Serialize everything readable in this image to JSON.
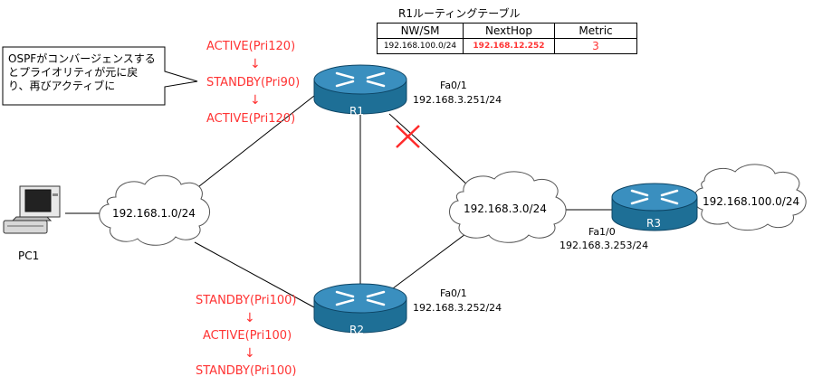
{
  "routing_table": {
    "title": "R1ルーティングテーブル",
    "headers": [
      "NW/SM",
      "NextHop",
      "Metric"
    ],
    "row": [
      "192.168.100.0/24",
      "192.168.12.252",
      "3"
    ]
  },
  "callout": {
    "text": "OSPFがコンバージェンスするとプライオリティが元に戻り、再びアクティブに"
  },
  "r1_states": [
    "ACTIVE(Pri120)",
    "STANDBY(Pri90)",
    "ACTIVE(Pri120)"
  ],
  "r2_states": [
    "STANDBY(Pri100)",
    "ACTIVE(Pri100)",
    "STANDBY(Pri100)"
  ],
  "arrow_glyph": "↓",
  "routers": {
    "r1": {
      "name": "R1",
      "iface": "Fa0/1",
      "ip": "192.168.3.251/24"
    },
    "r2": {
      "name": "R2",
      "iface": "Fa0/1",
      "ip": "192.168.3.252/24"
    },
    "r3": {
      "name": "R3",
      "iface": "Fa1/0",
      "ip": "192.168.3.253/24"
    }
  },
  "networks": {
    "lan1": "192.168.1.0/24",
    "lan3": "192.168.3.0/24",
    "lan100": "192.168.100.0/24"
  },
  "pc": {
    "name": "PC1"
  },
  "colors": {
    "router": "#1e6f96",
    "router_top": "#3a8fbf",
    "red": "#ff3333",
    "line": "#000000"
  }
}
